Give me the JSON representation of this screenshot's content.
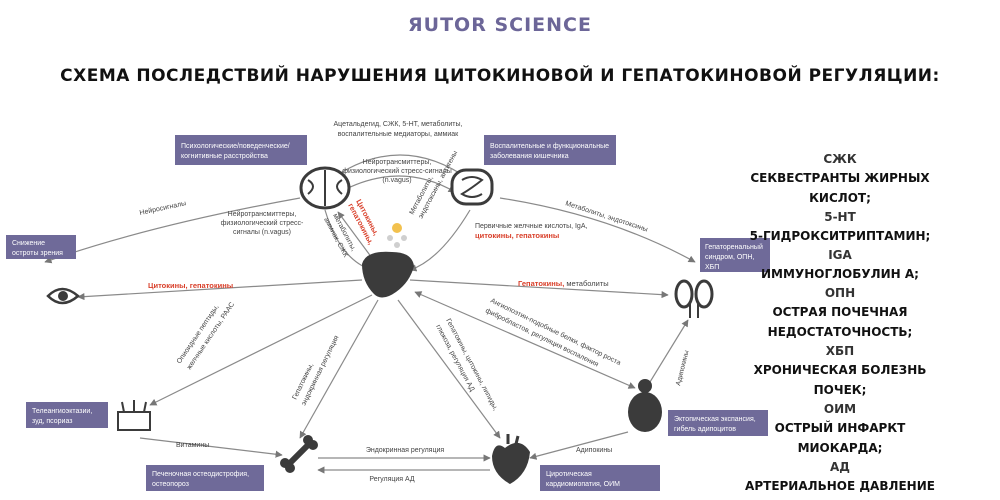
{
  "header": {
    "brand": "ЯUTOR SCIENCE",
    "title": "СХЕМА ПОСЛЕДСТВИЙ НАРУШЕНИЯ ЦИТОКИНОВОЙ И ГЕПАТОКИНОВОЙ РЕГУЛЯЦИИ:"
  },
  "boxes": {
    "psych": [
      "Психологические/поведенческие/",
      "когнитивные расстройства"
    ],
    "bowel": [
      "Воспалительные и функциональные",
      "заболевания кишечника"
    ],
    "vision": [
      "Снижение",
      "остроты зрения"
    ],
    "kidney": [
      "Гепаторенальный",
      "синдром, ОПН,",
      "ХБП"
    ],
    "skin": [
      "Телеангиоэктазии,",
      "зуд, псориаз"
    ],
    "bone": [
      "Печеночная остеодистрофия,",
      "остеопороз"
    ],
    "heart": [
      "Циротическая",
      "кардиомиопатия, ОИМ"
    ],
    "fat": [
      "Эктопическая экспансия,",
      "гибель адипоцитов"
    ]
  },
  "labels": {
    "top_arc": [
      "Ацетальдегид, СЖК, 5-НТ, метаболиты,",
      "воспалительные медиаторы, аммиак"
    ],
    "neuro_signals": [
      "Нейротрансмиттеры,",
      "физиологический стресс-сигналы",
      "(n.vagus)"
    ],
    "neurosignals_left": "Нейросигналы",
    "neuro_liver": [
      "Нейротрансмиттеры,",
      "физиологический стресс-",
      "сигналы (n.vagus)"
    ],
    "red_center": [
      "Цитокины,",
      "гепатокины,"
    ],
    "center_meta": [
      "метаболиты,",
      "аммиак, СЖК"
    ],
    "center_gut": [
      "Метаболиты,",
      "эндотоксины, антигены"
    ],
    "bile": "Первичные желчные кислоты, IgA,",
    "red_bile": "цитокины, гепатокины",
    "metab_endo": "Метаболиты, эндотоксины",
    "red_eye": "Цитокины, гепатокины",
    "red_kidney": "Гепатокины,",
    "kidney_meta": " метаболиты",
    "opioid": [
      "Опиоидные пептиды,",
      "желчные кислоты, РААС"
    ],
    "hepatokines_diag": [
      "Гепатокины,",
      "эндокринная регуляция"
    ],
    "heart_diag": [
      "Гепатокины, цитокины, липиды,",
      "глюкоза, регуляция АД"
    ],
    "angio": [
      "Ангиопоэтин-подобные белки, фактор роста",
      "фибробластов, регуляция воспаления"
    ],
    "adipokines_v": "Адипокины",
    "vitamins": "Витамины",
    "endocrine": "Эндокринная регуляция",
    "bp_reg": "Регуляция АД",
    "adipokines_h": "Адипокины"
  },
  "legend": [
    {
      "abbr": "СЖК",
      "def": "СЕКВЕСТРАНТЫ ЖИРНЫХ КИСЛОТ;"
    },
    {
      "abbr": "5-НТ",
      "def": "5-ГИДРОКСИТРИПТАМИН;"
    },
    {
      "abbr": "IGA",
      "def": "ИММУНОГЛОБУЛИН А;"
    },
    {
      "abbr": "ОПН",
      "def": "ОСТРАЯ ПОЧЕЧНАЯ НЕДОСТАТОЧНОСТЬ;"
    },
    {
      "abbr": "ХБП",
      "def": "ХРОНИЧЕСКАЯ БОЛЕЗНЬ ПОЧЕК;"
    },
    {
      "abbr": "ОИМ",
      "def": "ОСТРЫЙ ИНФАРКТ МИОКАРДА;"
    },
    {
      "abbr": "АД",
      "def": "АРТЕРИАЛЬНОЕ ДАВЛЕНИЕ"
    }
  ],
  "colors": {
    "brand": "#6c6698",
    "box": "#6f6a99",
    "organ": "#3b3b3b",
    "accent_red": "#d9402b",
    "line": "#8a8a8a"
  }
}
